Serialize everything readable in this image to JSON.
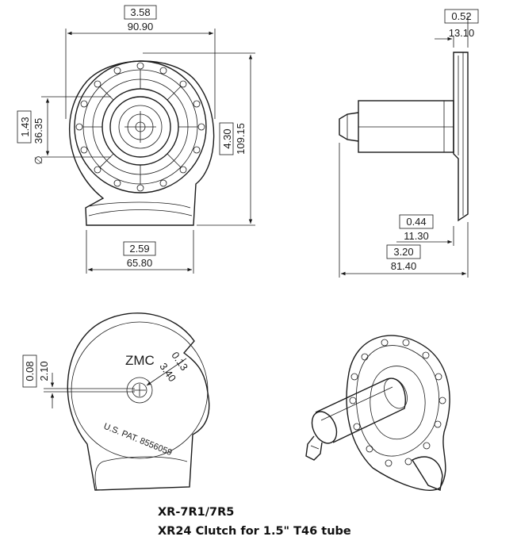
{
  "dimensions": {
    "top_width_in": "3.58",
    "top_width_mm": "90.90",
    "bore_dia_in": "1.43",
    "bore_dia_mm": "36.35",
    "height_in": "4.30",
    "height_mm": "109.15",
    "base_width_in": "2.59",
    "base_width_mm": "65.80",
    "flange_in": "0.52",
    "flange_mm": "13.10",
    "plate_in": "0.44",
    "plate_mm": "11.30",
    "depth_in": "3.20",
    "depth_mm": "81.40",
    "offset_in": "0.08",
    "offset_mm": "2.10",
    "radius_in": "0.13",
    "radius_mm": "3.40"
  },
  "labels": {
    "brand": "ZMC",
    "patent": "U.S. PAT. 8556059"
  },
  "caption": {
    "line1": "XR-7R1/7R5",
    "line2": "XR24 Clutch for 1.5\" T46 tube"
  }
}
